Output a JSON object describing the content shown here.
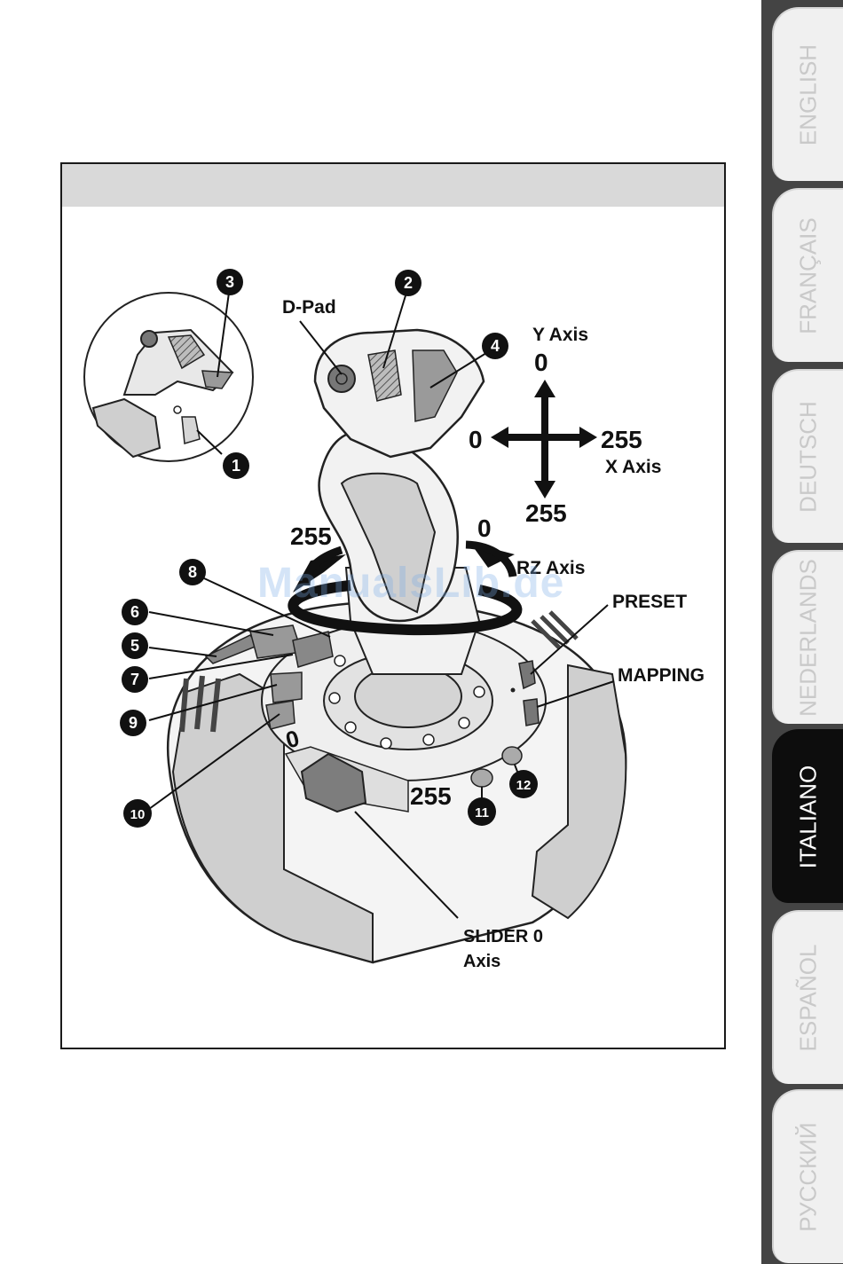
{
  "figure": {
    "labels": {
      "dpad": "D-Pad",
      "y_axis": "Y Axis",
      "y_top": "0",
      "y_bottom": "255",
      "x_left": "0",
      "x_right": "255",
      "x_axis": "X Axis",
      "rz_left": "255",
      "rz_right": "0",
      "rz_axis": "RZ Axis",
      "preset": "PRESET",
      "mapping": "MAPPING",
      "slider_min": "0",
      "slider_max": "255",
      "slider_line1": "SLIDER 0",
      "slider_line2": "Axis"
    },
    "callouts": [
      "1",
      "2",
      "3",
      "4",
      "5",
      "6",
      "7",
      "8",
      "9",
      "10",
      "11",
      "12"
    ]
  },
  "watermark": "ManualsLib.de",
  "language_tabs": [
    {
      "label": "ENGLISH",
      "active": false
    },
    {
      "label": "FRANÇAIS",
      "active": false
    },
    {
      "label": "DEUTSCH",
      "active": false
    },
    {
      "label": "NEDERLANDS",
      "active": false
    },
    {
      "label": "ITALIANO",
      "active": true
    },
    {
      "label": "ESPAÑOL",
      "active": false
    },
    {
      "label": "РУССКИЙ",
      "active": false
    }
  ],
  "colors": {
    "tab_active": "#0d0d0d",
    "tab_inactive": "#f0f0f0",
    "tab_strip": "#444444",
    "header_gray": "#d9d9d9"
  }
}
